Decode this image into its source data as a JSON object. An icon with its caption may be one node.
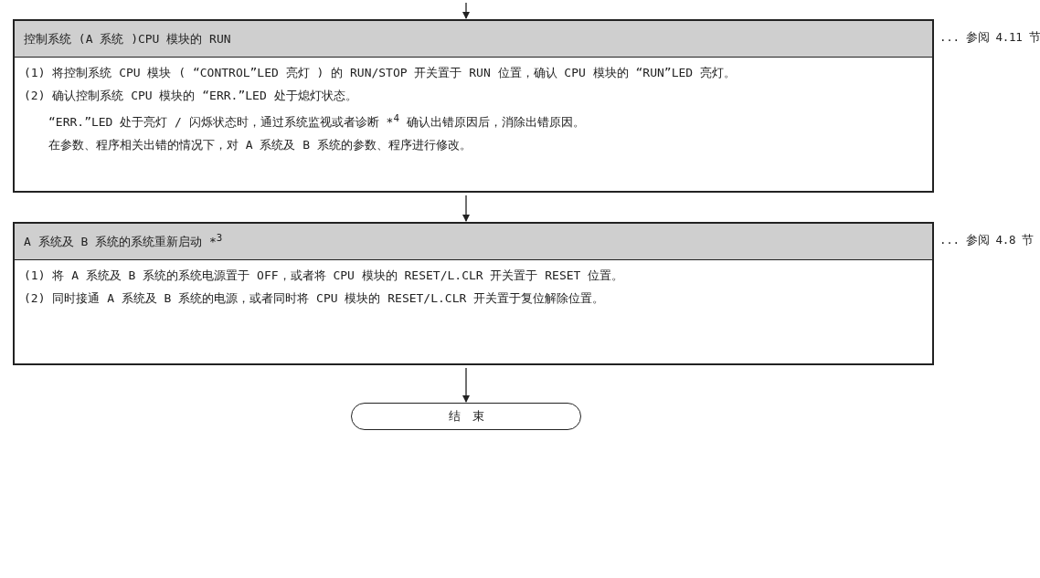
{
  "diagram": {
    "nodes": [
      {
        "text": [
          "控制系统 (A 系统 )CPU 模块的 RUN",
          "(1) 将控制系统 CPU 模块 ( “CONTROL”LED 亮灯 ) 的 RUN/STOP 开关置于 RUN 位置，确认 CPU 模块的 “RUN”LED 亮灯。",
          "(2) 确认控制系统 CPU 模块的 “ERR.”LED 处于熄灯状态。",
          "“ERR.”LED 处于亮灯 / 闪烁状态时，通过系统监视或者诊断 *$^{4}$ 确认出错原因后，消除出错原因。",
          "在参数、程序相关出错的情况下，对 A 系统及 B 系统的参数、程序进行修改。"
        ],
        "beside": [
          "... 参阅 4.11 节"
        ]
      },
      {
        "text": [
          "A 系统及 B 系统的系统重新启动 *$^{3}$",
          "(1) 将 A 系统及 B 系统的系统电源置于 OFF，或者将 CPU 模块的 RESET/L.CLR 开关置于 RESET 位置。",
          "(2) 同时接通 A 系统及 B 系统的电源，或者同时将 CPU 模块的 RESET/L.CLR 开关置于复位解除位置。"
        ],
        "beside": [
          "... 参阅 4.8 节"
        ]
      },
      {
        "text": [
          "结　束"
        ]
      }
    ],
    "edges": [
      {
        "from": null,
        "to": 0,
        "arrow": "to"
      },
      {
        "from": 0,
        "to": 1,
        "arrow": "to"
      },
      {
        "from": 1,
        "to": 2,
        "arrow": "to"
      }
    ]
  }
}
